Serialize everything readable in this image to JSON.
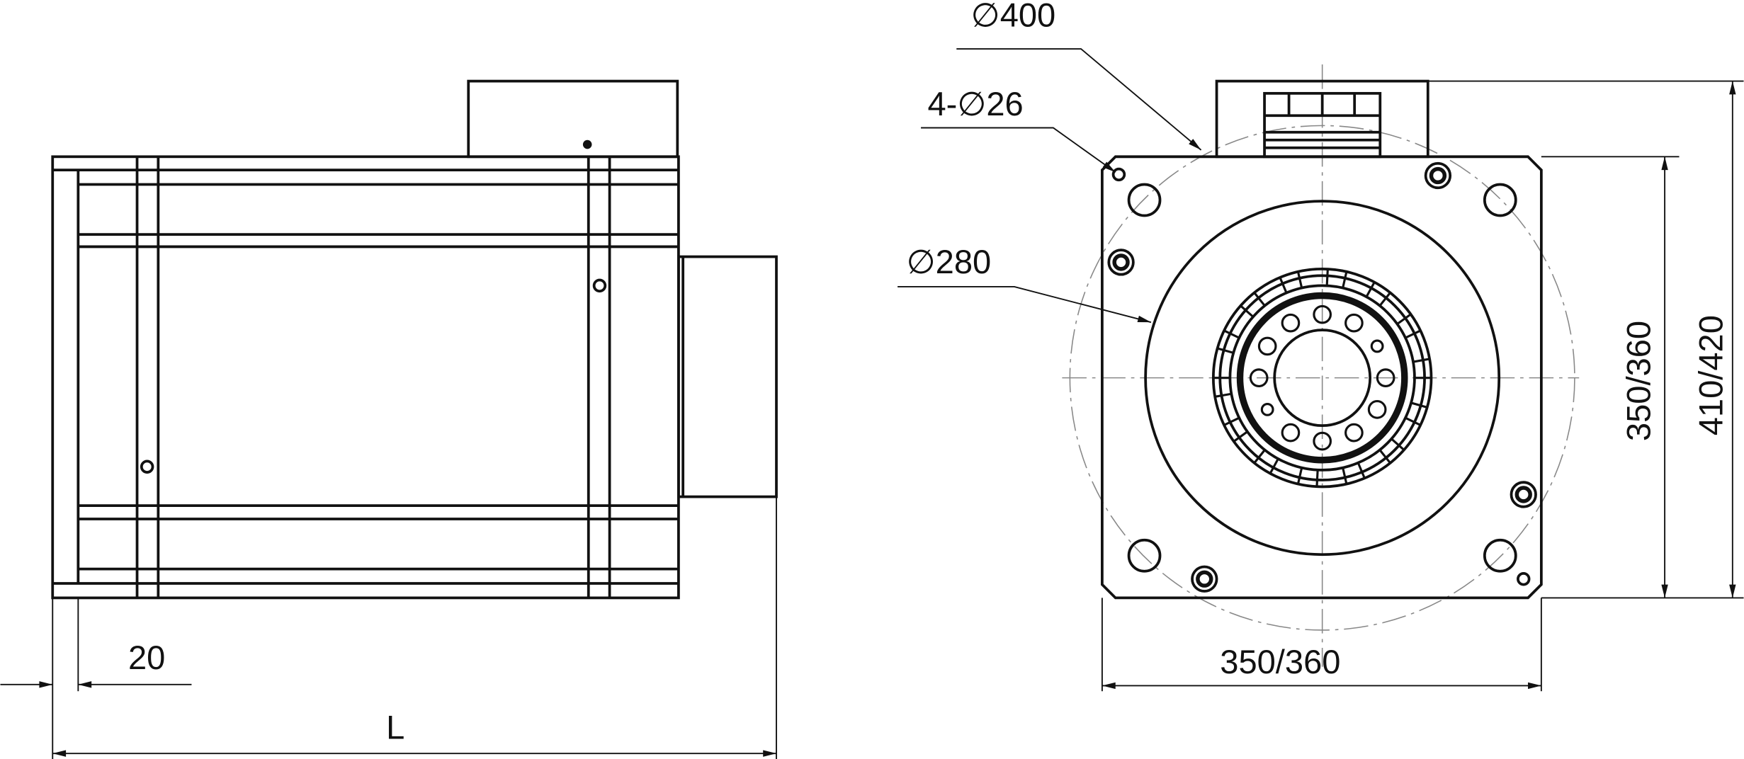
{
  "side_view": {
    "dim_flange": "20",
    "dim_length": "L"
  },
  "front_view": {
    "dim_pcd": "∅400",
    "dim_holes": "4-∅26",
    "dim_spigot": "∅280",
    "dim_width": "350/360",
    "dim_height_flange": "350/360",
    "dim_height_total": "410/420"
  }
}
